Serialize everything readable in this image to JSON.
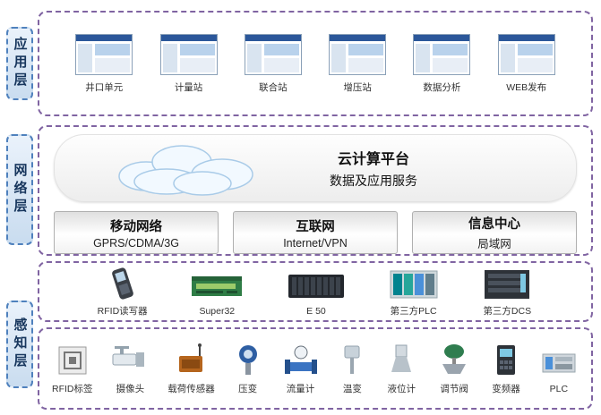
{
  "colors": {
    "band-border": "#8064a2",
    "label-border": "#4f81bd"
  },
  "layers": [
    {
      "name": "应用层"
    },
    {
      "name": "网络层"
    },
    {
      "name": "感知层"
    }
  ],
  "application": {
    "items": [
      {
        "label": "井口单元"
      },
      {
        "label": "计量站"
      },
      {
        "label": "联合站"
      },
      {
        "label": "增压站"
      },
      {
        "label": "数据分析"
      },
      {
        "label": "WEB发布"
      }
    ]
  },
  "network": {
    "cloud_title": "云计算平台",
    "cloud_subtitle": "数据及应用服务",
    "nodes": [
      {
        "title": "移动网络",
        "subtitle": "GPRS/CDMA/3G"
      },
      {
        "title": "互联网",
        "subtitle": "Internet/VPN"
      },
      {
        "title": "信息中心",
        "subtitle": "局域网"
      }
    ]
  },
  "devices": [
    {
      "label": "RFID读写器"
    },
    {
      "label": "Super32"
    },
    {
      "label": "E 50"
    },
    {
      "label": "第三方PLC"
    },
    {
      "label": "第三方DCS"
    }
  ],
  "sensors": [
    {
      "label": "RFID标签"
    },
    {
      "label": "摄像头"
    },
    {
      "label": "载荷传感器"
    },
    {
      "label": "压变"
    },
    {
      "label": "流量计"
    },
    {
      "label": "温变"
    },
    {
      "label": "液位计"
    },
    {
      "label": "调节阀"
    },
    {
      "label": "变频器"
    },
    {
      "label": "PLC"
    }
  ]
}
